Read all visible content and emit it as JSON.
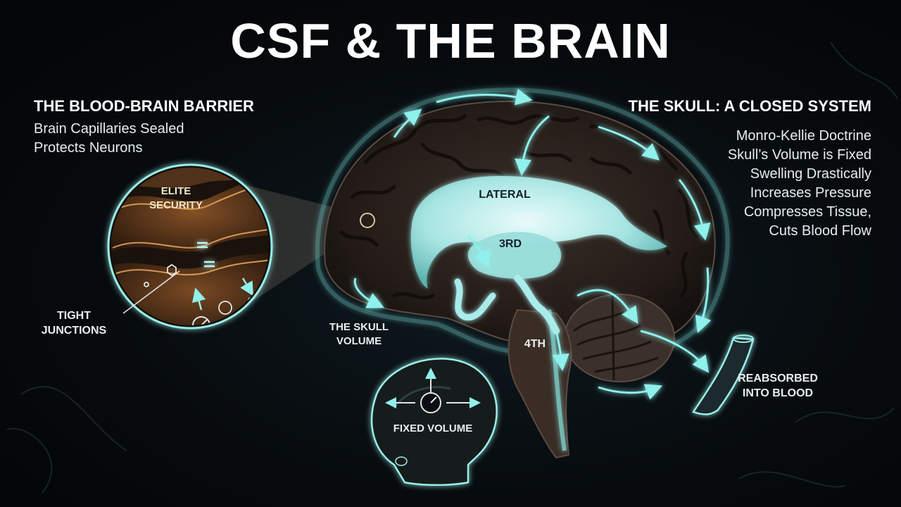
{
  "title": "CSF & THE BRAIN",
  "left_panel": {
    "heading": "THE BLOOD-BRAIN BARRIER",
    "lines": [
      "Brain Capillaries Sealed",
      "Protects Neurons"
    ],
    "inset_label": "ELITE SECURITY",
    "pointer_label": "TIGHT JUNCTIONS"
  },
  "right_panel": {
    "heading": "THE SKULL: A CLOSED SYSTEM",
    "lines": [
      "Monro-Kellie Doctrine",
      "Skull’s Volume is Fixed",
      "Swelling Drastically",
      "Increases Pressure",
      "Compresses Tissue,",
      "Cuts Blood Flow"
    ]
  },
  "brain_labels": {
    "lateral": "LATERAL",
    "third": "3RD",
    "fourth": "4TH",
    "skull_volume": "THE SKULL VOLUME",
    "reabsorbed": "REABSORBED INTO BLOOD",
    "fixed_volume": "FIXED VOLUME"
  },
  "colors": {
    "csf_glow": "#7fe9e6",
    "cell_amber": "#c8813a",
    "background": "#05080b"
  }
}
